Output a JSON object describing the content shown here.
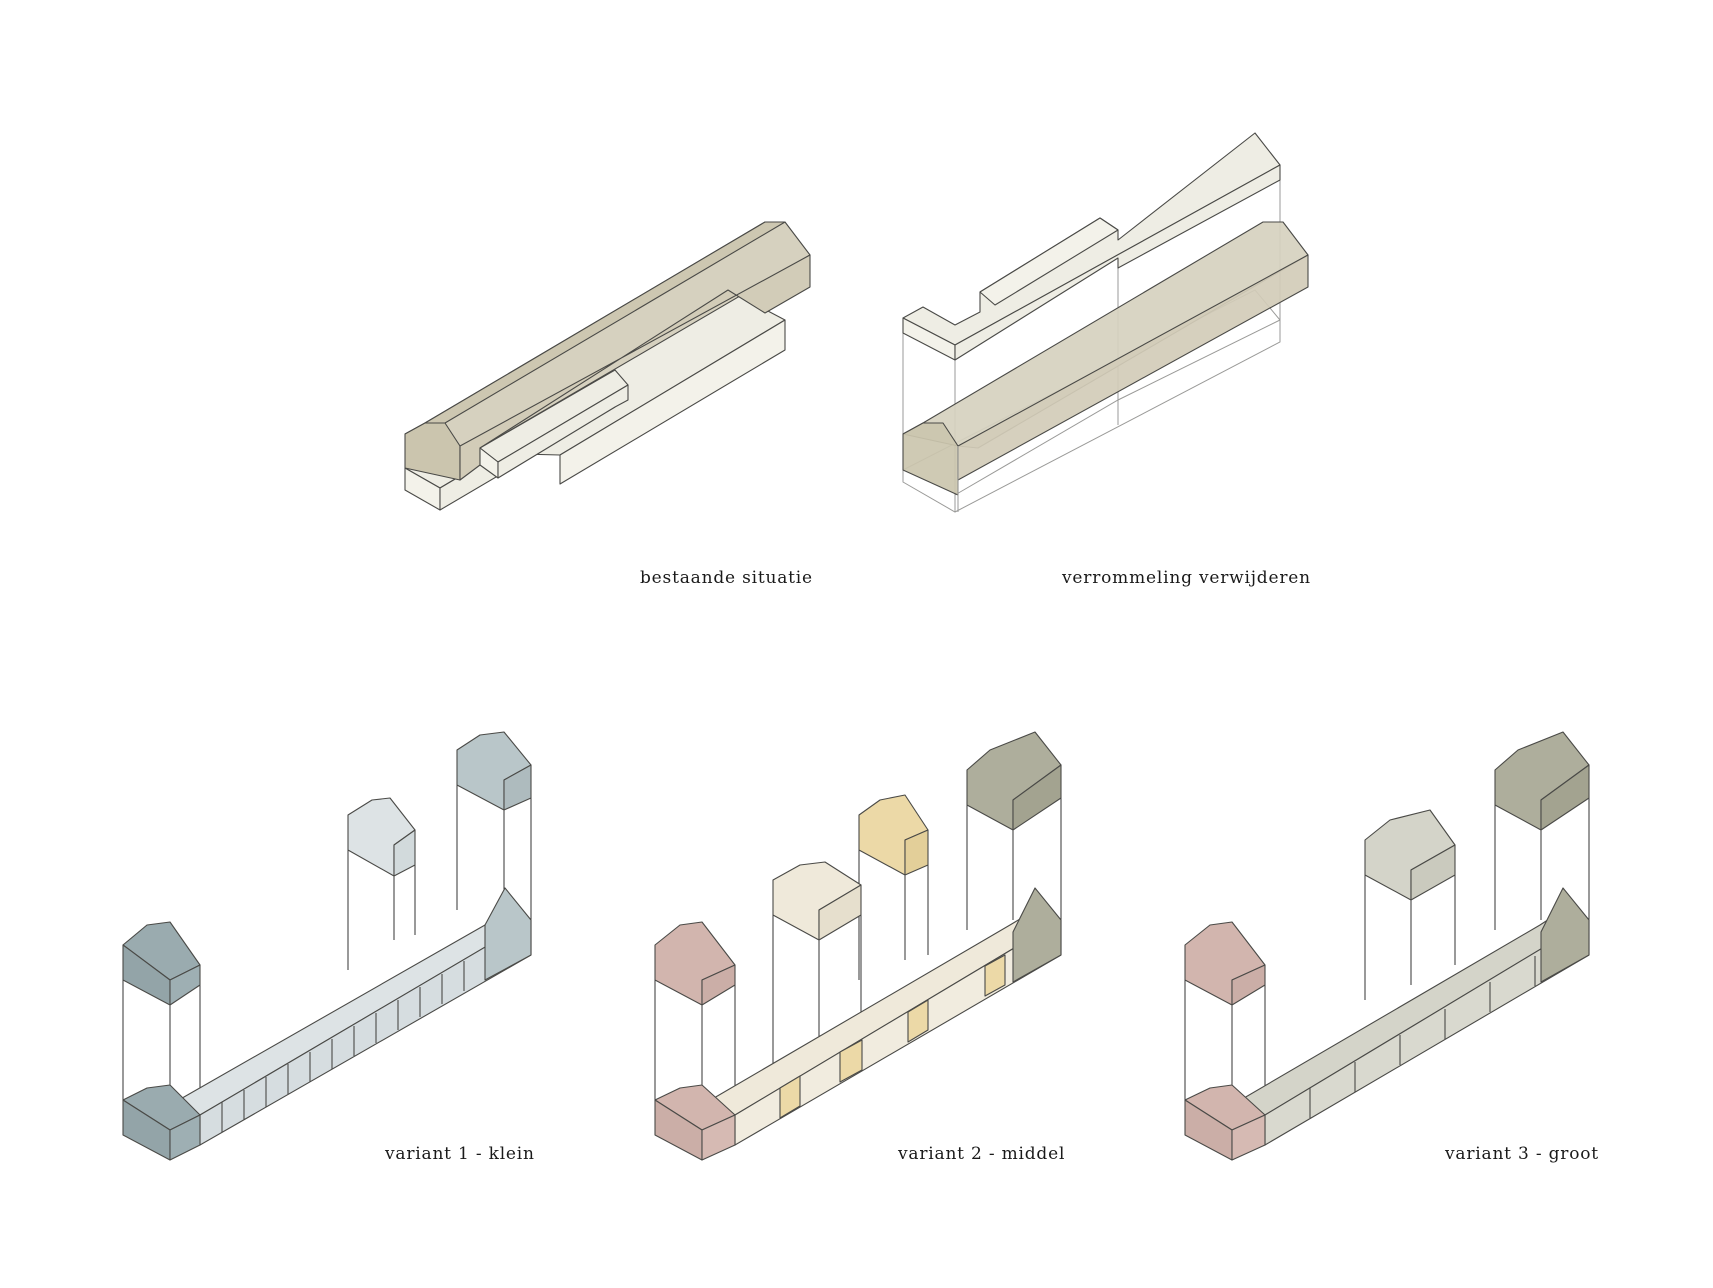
{
  "panels": [
    {
      "id": "bestaande",
      "label": "bestaande situatie"
    },
    {
      "id": "verrommeling",
      "label": "verrommeling verwijderen"
    },
    {
      "id": "variant1",
      "label": "variant 1 - klein"
    },
    {
      "id": "variant2",
      "label": "variant 2 - middel"
    },
    {
      "id": "variant3",
      "label": "variant 3 - groot"
    }
  ],
  "colors": {
    "barn_roof": "#d6d1bf",
    "barn_front": "#c9c3ae",
    "annex": "#eeede4",
    "blue_dark": "#9aabaf",
    "blue_light": "#dde3e5",
    "blue_mid": "#b9c6c9",
    "rose": "#d2b5ae",
    "cream": "#efe9da",
    "sand": "#ecd9a7",
    "olive": "#aeae9c",
    "grey_light": "#d4d4c9"
  }
}
